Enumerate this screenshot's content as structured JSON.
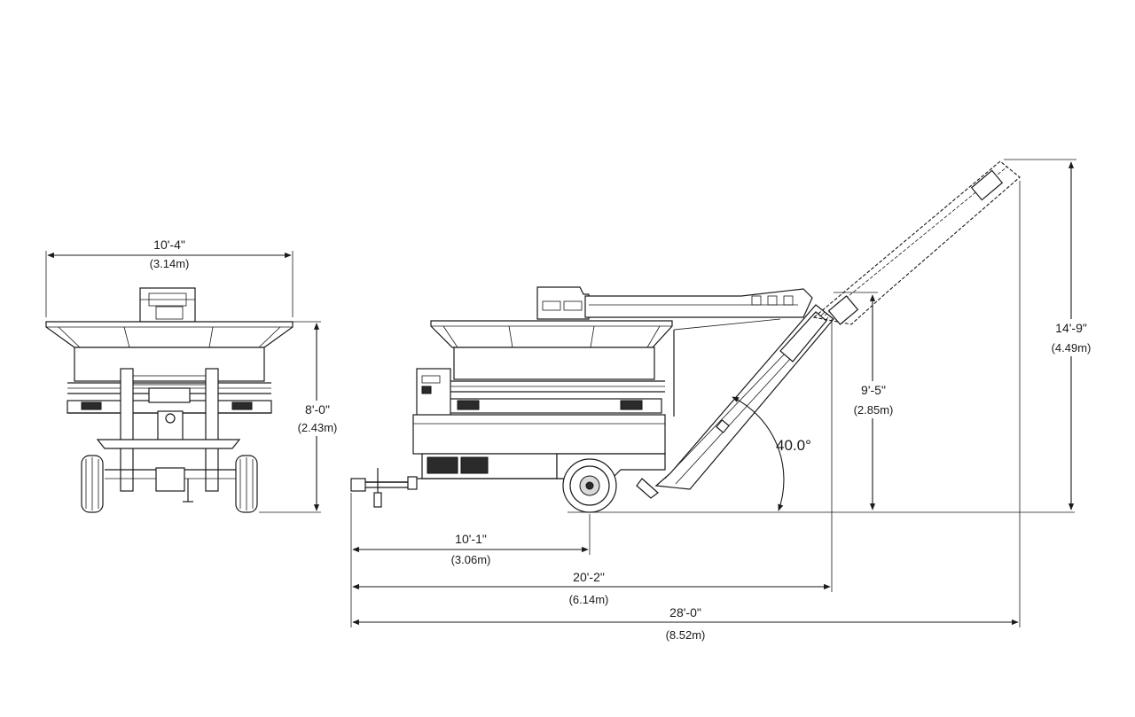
{
  "front_view": {
    "width": {
      "imperial": "10'-4\"",
      "metric": "(3.14m)"
    },
    "height": {
      "imperial": "8'-0\"",
      "metric": "(2.43m)"
    }
  },
  "side_view": {
    "axle_length": {
      "imperial": "10'-1\"",
      "metric": "(3.06m)"
    },
    "transport_length": {
      "imperial": "20'-2\"",
      "metric": "(6.14m)"
    },
    "overall_length": {
      "imperial": "28'-0\"",
      "metric": "(8.52m)"
    },
    "conveyor_height_lowered": {
      "imperial": "9'-5\"",
      "metric": "(2.85m)"
    },
    "conveyor_height_raised": {
      "imperial": "14'-9\"",
      "metric": "(4.49m)"
    },
    "conveyor_angle": "40.0°"
  }
}
